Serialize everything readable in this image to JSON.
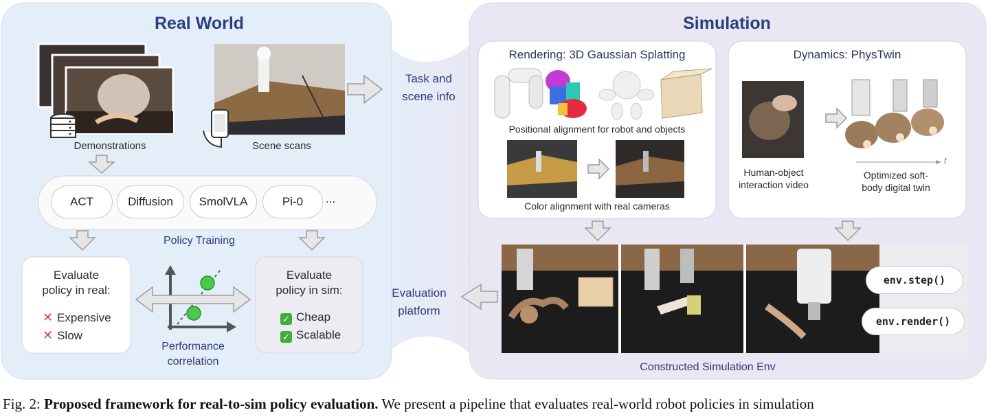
{
  "figure": {
    "real_world": {
      "title": "Real World",
      "demonstrations_label": "Demonstrations",
      "scene_scans_label": "Scene scans",
      "policies": [
        "ACT",
        "Diffusion",
        "SmolVLA",
        "Pi-0",
        "..."
      ],
      "policy_training_label": "Policy Training",
      "eval_real": {
        "line1": "Evaluate",
        "line2": "policy in real:",
        "con1": "Expensive",
        "con2": "Slow"
      },
      "eval_sim": {
        "line1": "Evaluate",
        "line2": "policy in sim:",
        "pro1": "Cheap",
        "pro2": "Scalable"
      },
      "performance_correlation": {
        "line1": "Performance",
        "line2": "correlation"
      }
    },
    "bridge": {
      "task_scene": {
        "line1": "Task and",
        "line2": "scene info"
      },
      "eval_platform": {
        "line1": "Evaluation",
        "line2": "platform"
      }
    },
    "simulation": {
      "title": "Simulation",
      "rendering_title": "Rendering: 3D Gaussian Splatting",
      "positional_alignment": "Positional alignment for robot and objects",
      "color_alignment": "Color alignment with real cameras",
      "dynamics_title": "Dynamics: PhysTwin",
      "human_object": {
        "line1": "Human-object",
        "line2": "interaction video"
      },
      "optimized_twin": {
        "line1": "Optimized soft-",
        "line2": "body digital twin"
      },
      "time_axis_label": "t",
      "constructed_env": "Constructed Simulation Env",
      "api_step": "env.step()",
      "api_render": "env.render()"
    },
    "caption": {
      "prefix": "Fig. 2: ",
      "bold": "Proposed framework for real-to-sim policy evaluation.",
      "rest": " We present a pipeline that evaluates real-world robot policies in simulation"
    },
    "colors": {
      "real_panel": "#e4eef9",
      "sim_panel": "#e9e7f4",
      "title_blue": "#2a3f7e",
      "arrow_fill": "#e6e6e6",
      "arrow_stroke": "#9c9c9c",
      "dot_green": "#4cc94a",
      "check_green": "#3fae3a",
      "cross_red": "#d6453a"
    }
  }
}
